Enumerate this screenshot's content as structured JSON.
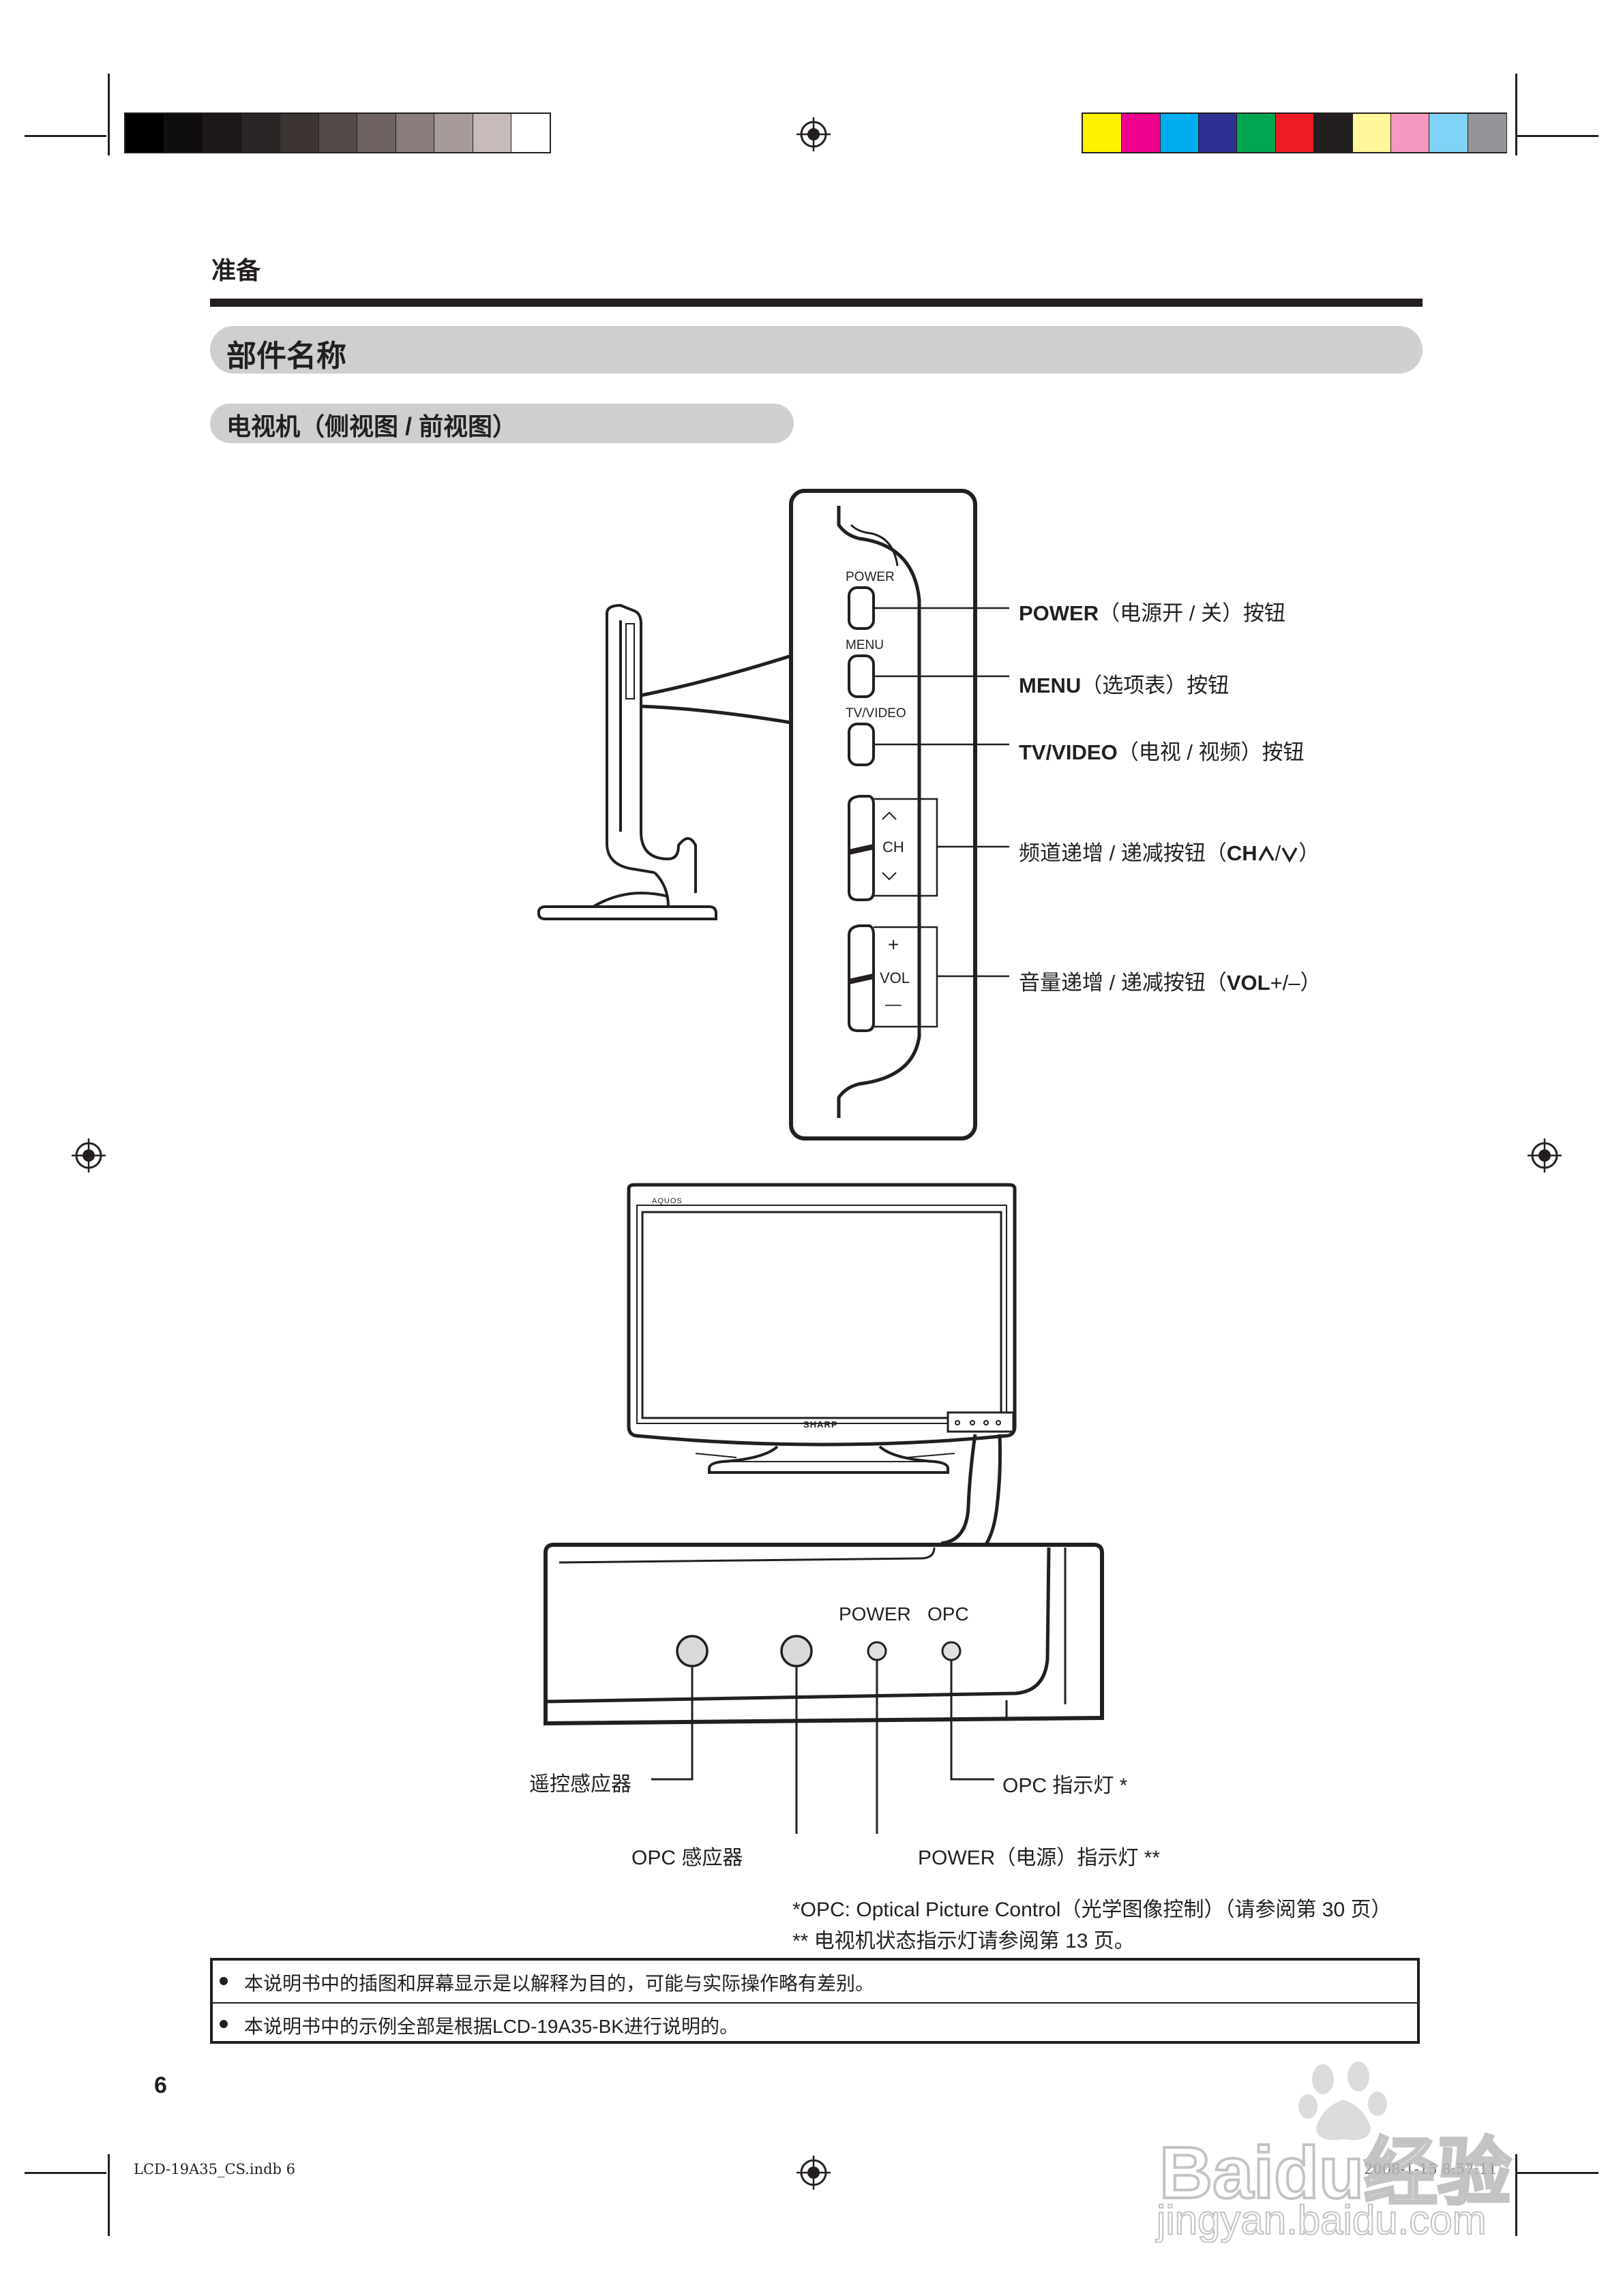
{
  "header": {
    "section": "准备",
    "title": "部件名称",
    "subtitle": "电视机（侧视图 / 前视图）"
  },
  "side_view": {
    "panel_labels": {
      "power": "POWER",
      "menu": "MENU",
      "tvvideo": "TV/VIDEO",
      "ch": "CH",
      "vol": "VOL",
      "plus": "+",
      "minus": "—"
    },
    "callouts": [
      {
        "bold": "POWER",
        "text": "（电源开 / 关）按钮"
      },
      {
        "bold": "MENU",
        "text": "（选项表）按钮"
      },
      {
        "bold": "TV/VIDEO",
        "text": "（电视 / 视频）按钮"
      },
      {
        "text": "频道递增 / 递减按钮（",
        "bold": "CH",
        "tail": "/",
        "end": "）"
      },
      {
        "text": "音量递增 / 递减按钮（",
        "bold": "VOL",
        "tail": "+/–",
        "end": "）"
      }
    ]
  },
  "front_view": {
    "brand_top": "AQUOS",
    "brand_bottom": "SHARP",
    "panel_labels": {
      "power": "POWER",
      "opc": "OPC"
    },
    "callouts": {
      "remote_sensor": "遥控感应器",
      "opc_sensor": "OPC 感应器",
      "opc_indicator": "OPC 指示灯 *",
      "power_indicator": "POWER（电源）指示灯 **"
    }
  },
  "footnotes": [
    "*OPC: Optical Picture Control（光学图像控制）（请参阅第 30 页）",
    "** 电视机状态指示灯请参阅第 13 页。"
  ],
  "notes": [
    "本说明书中的插图和屏幕显示是以解释为目的，可能与实际操作略有差别。",
    "本说明书中的示例全部是根据LCD-19A35-BK进行说明的。"
  ],
  "page_number": "6",
  "print_info": {
    "file": "LCD-19A35_CS.indb   6",
    "datetime": "2008-1-15   8:57:11"
  },
  "watermark": {
    "logo": "Baidu经验",
    "url": "jingyan.baidu.com"
  },
  "colors": {
    "gray_swatches": [
      "#000000",
      "#0f0d0d",
      "#1c1818",
      "#2b2525",
      "#3d3434",
      "#554a4a",
      "#6e6262",
      "#887c7c",
      "#a79a9a",
      "#c8bbbb",
      "#ffffff"
    ],
    "color_swatches": [
      "#fff200",
      "#ec008c",
      "#00aeef",
      "#2e3192",
      "#00a651",
      "#ed1c24",
      "#231f20",
      "#fff799",
      "#f49ac1",
      "#7fd3f7",
      "#939598"
    ],
    "section_bar": "#cfcfcf",
    "ink": "#231f20"
  }
}
